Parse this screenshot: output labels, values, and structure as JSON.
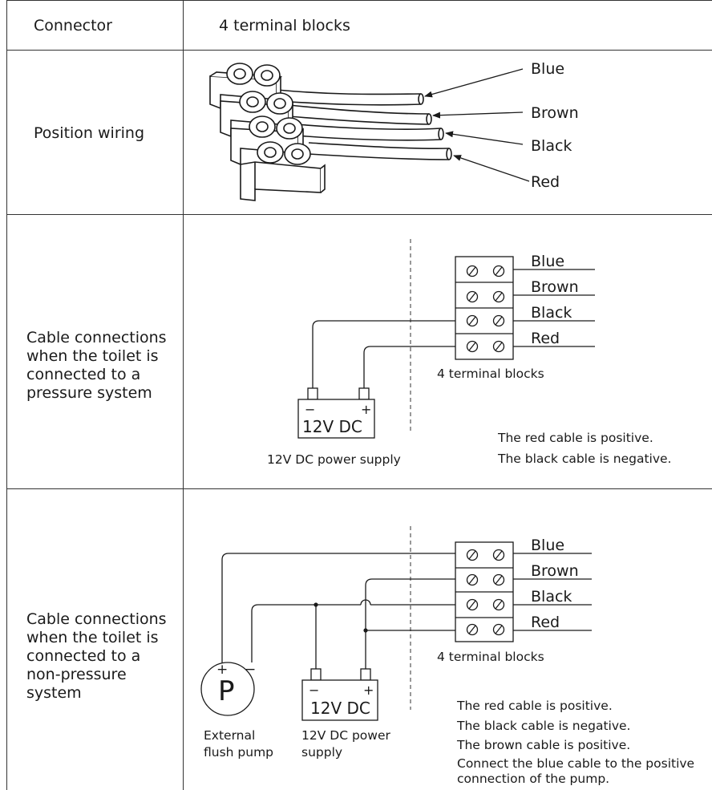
{
  "table": {
    "rows": [
      {
        "label": "Connector",
        "value": "4 terminal blocks"
      },
      {
        "label": "Position wiring"
      },
      {
        "label": "Cable connections\nwhen the toilet is\nconnected to a\npressure system"
      },
      {
        "label": "Cable connections\nwhen the toilet is\nconnected to a\nnon-pressure\nsystem"
      }
    ]
  },
  "wiring": {
    "cables": [
      "Blue",
      "Brown",
      "Black",
      "Red"
    ]
  },
  "pressure_diagram": {
    "cable_labels": [
      "Blue",
      "Brown",
      "Black",
      "Red"
    ],
    "terminal_caption": "4 terminal blocks",
    "battery_minus": "−",
    "battery_plus": "+",
    "battery_label": "12V  DC",
    "power_caption": "12V DC power supply",
    "notes": [
      "The red cable is positive.",
      "The black cable is negative."
    ]
  },
  "nonpressure_diagram": {
    "cable_labels": [
      "Blue",
      "Brown",
      "Black",
      "Red"
    ],
    "terminal_caption": "4 terminal blocks",
    "pump_letter": "P",
    "pump_plus": "+",
    "pump_minus": "−",
    "pump_caption": [
      "External",
      "flush pump"
    ],
    "battery_minus": "−",
    "battery_plus": "+",
    "battery_label": "12V  DC",
    "power_caption": [
      "12V DC power",
      "supply"
    ],
    "notes": [
      "The red cable is positive.",
      "The black cable is negative.",
      "The brown cable is positive.",
      "Connect the blue cable to the positive",
      "connection of the pump."
    ]
  }
}
